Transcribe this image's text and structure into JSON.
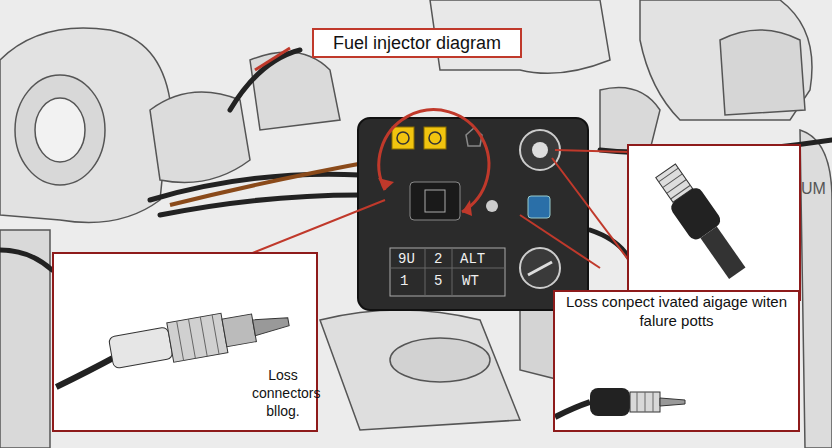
{
  "diagram": {
    "title": "Fuel injector diagram",
    "nodes": [
      {
        "text": [
          "Loss connectors bllog."
        ]
      },
      {
        "text": [
          "Loss conpect ivated aigage witen falure potts"
        ]
      }
    ],
    "labels": [
      "9U",
      "2",
      "ALT",
      "1",
      "5",
      "WT",
      "UM"
    ]
  }
}
